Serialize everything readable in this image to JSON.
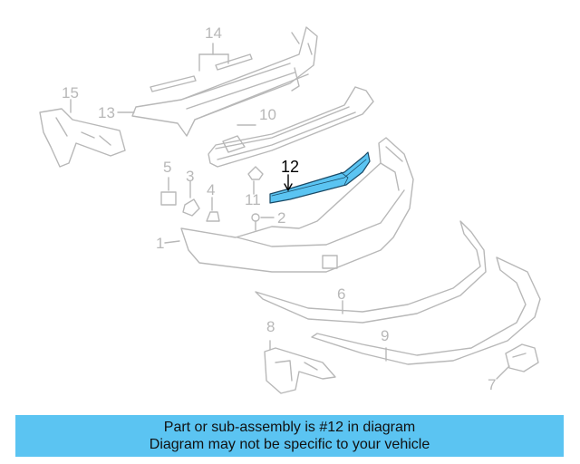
{
  "diagram": {
    "callouts": {
      "c1": "1",
      "c2": "2",
      "c3": "3",
      "c4": "4",
      "c5": "5",
      "c6": "6",
      "c7": "7",
      "c8": "8",
      "c9": "9",
      "c10": "10",
      "c11": "11",
      "c12": "12",
      "c13": "13",
      "c14": "14",
      "c15": "15"
    },
    "highlighted_part": "12",
    "highlight_color": "#5bc4f2",
    "line_color": "#b8b8b8"
  },
  "footer": {
    "line1": "Part or sub-assembly is #12 in diagram",
    "line2": "Diagram may not be specific to your vehicle",
    "background": "#5bc4f2"
  }
}
